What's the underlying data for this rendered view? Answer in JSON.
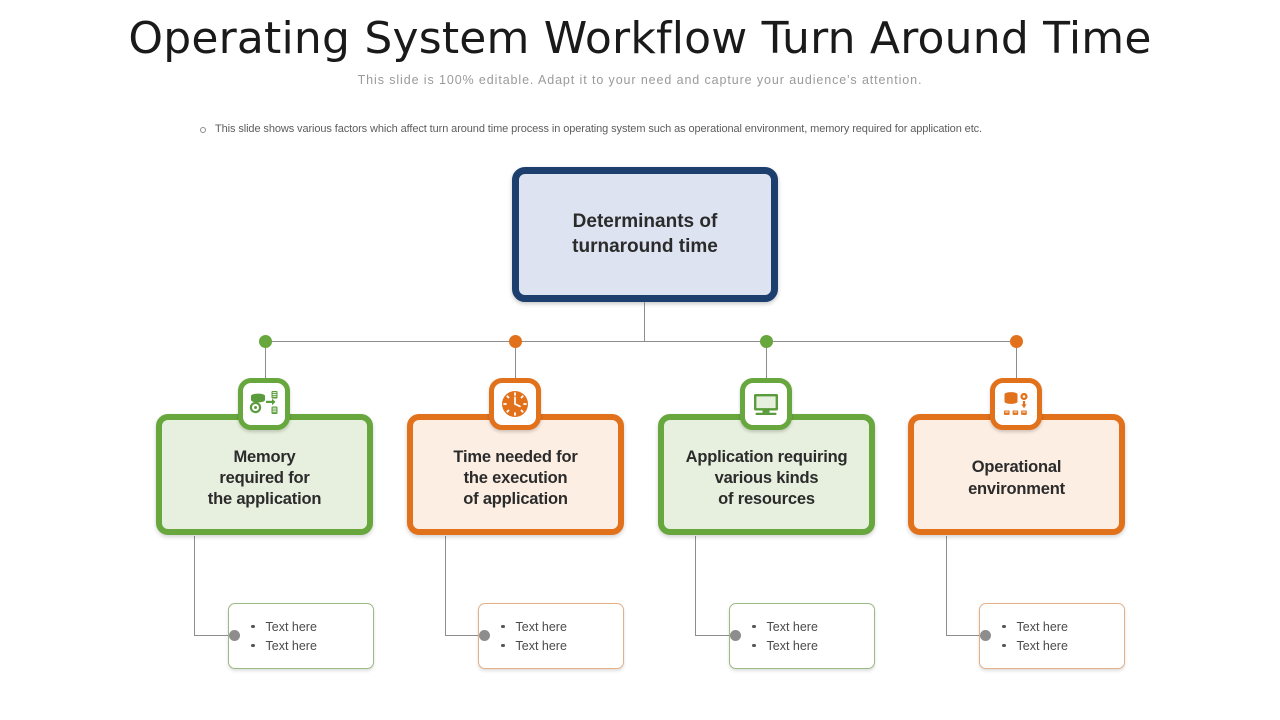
{
  "header": {
    "title": "Operating System Workflow Turn Around Time",
    "subtitle": "This slide is 100% editable. Adapt it to your need and capture your audience's attention.",
    "description": "This slide shows various factors which affect turn around time process in operating system such as operational environment, memory required for application etc."
  },
  "colors": {
    "root_border": "#1d3f6e",
    "root_fill": "#dde3f1",
    "green_border": "#67a73e",
    "green_fill": "#e7f0de",
    "orange_border": "#e2711c",
    "orange_fill": "#fceee3",
    "connector": "#8d8d8d"
  },
  "root": {
    "label": "Determinants of\nturnaround time"
  },
  "branches": [
    {
      "label": "Memory\nrequired for\nthe application",
      "color": "green",
      "icon": "database-transfer-icon",
      "dot_color": "#67a73e",
      "sub_items": [
        "Text here",
        "Text here"
      ]
    },
    {
      "label": "Time needed for\nthe execution\nof application",
      "color": "orange",
      "icon": "clock-icon",
      "dot_color": "#e2711c",
      "sub_items": [
        "Text here",
        "Text here"
      ]
    },
    {
      "label": "Application requiring\nvarious kinds\nof resources",
      "color": "green",
      "icon": "monitor-icon",
      "dot_color": "#67a73e",
      "sub_items": [
        "Text here",
        "Text here"
      ]
    },
    {
      "label": "Operational\nenvironment",
      "color": "orange",
      "icon": "database-settings-icon",
      "dot_color": "#e2711c",
      "sub_items": [
        "Text here",
        "Text here"
      ]
    }
  ]
}
